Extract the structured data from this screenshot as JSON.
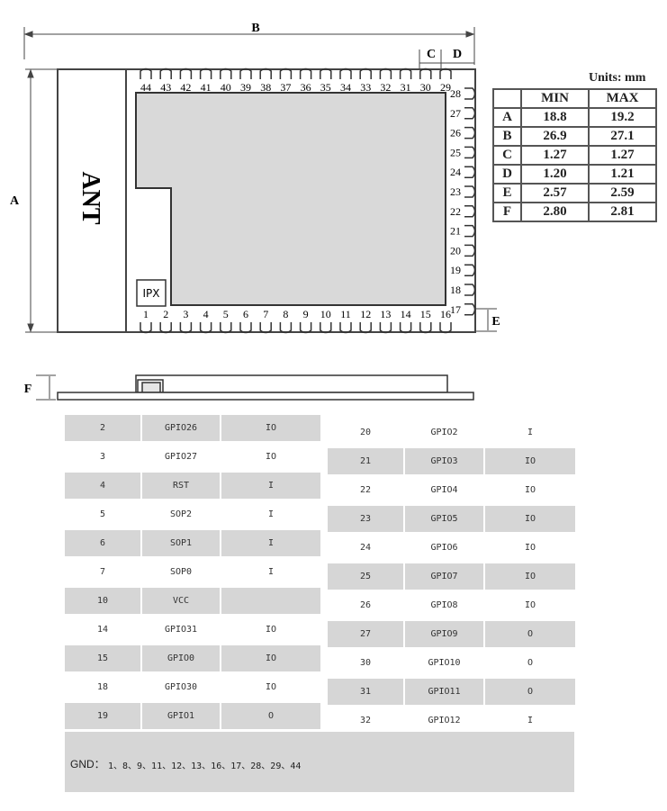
{
  "units_label": "Units: mm",
  "dim_labels": {
    "A": "A",
    "B": "B",
    "C": "C",
    "D": "D",
    "E": "E",
    "F": "F"
  },
  "antenna_label": "ANT",
  "ipx_label": "IPX",
  "top_pins": [
    "44",
    "43",
    "42",
    "41",
    "40",
    "39",
    "38",
    "37",
    "36",
    "35",
    "34",
    "33",
    "32",
    "31",
    "30",
    "29"
  ],
  "right_pins": [
    "28",
    "27",
    "26",
    "25",
    "24",
    "23",
    "22",
    "21",
    "20",
    "19",
    "18",
    "17"
  ],
  "bottom_pins": [
    "1",
    "2",
    "3",
    "4",
    "5",
    "6",
    "7",
    "8",
    "9",
    "10",
    "11",
    "12",
    "13",
    "14",
    "15",
    "16"
  ],
  "dim_table": {
    "headers": [
      "",
      "MIN",
      "MAX"
    ],
    "rows": [
      {
        "dim": "A",
        "min": "18.8",
        "max": "19.2"
      },
      {
        "dim": "B",
        "min": "26.9",
        "max": "27.1"
      },
      {
        "dim": "C",
        "min": "1.27",
        "max": "1.27"
      },
      {
        "dim": "D",
        "min": "1.20",
        "max": "1.21"
      },
      {
        "dim": "E",
        "min": "2.57",
        "max": "2.59"
      },
      {
        "dim": "F",
        "min": "2.80",
        "max": "2.81"
      }
    ]
  },
  "pins_left": [
    {
      "pin": "2",
      "name": "GPIO26",
      "dir": "IO"
    },
    {
      "pin": "3",
      "name": "GPIO27",
      "dir": "IO"
    },
    {
      "pin": "4",
      "name": "RST",
      "dir": "I"
    },
    {
      "pin": "5",
      "name": "SOP2",
      "dir": "I"
    },
    {
      "pin": "6",
      "name": "SOP1",
      "dir": "I"
    },
    {
      "pin": "7",
      "name": "SOP0",
      "dir": "I"
    },
    {
      "pin": "10",
      "name": "VCC",
      "dir": ""
    },
    {
      "pin": "14",
      "name": "GPIO31",
      "dir": "IO"
    },
    {
      "pin": "15",
      "name": "GPIO0",
      "dir": "IO"
    },
    {
      "pin": "18",
      "name": "GPIO30",
      "dir": "IO"
    },
    {
      "pin": "19",
      "name": "GPIO1",
      "dir": "O"
    }
  ],
  "pins_right": [
    {
      "pin": "20",
      "name": "GPIO2",
      "dir": "I"
    },
    {
      "pin": "21",
      "name": "GPIO3",
      "dir": "IO"
    },
    {
      "pin": "22",
      "name": "GPIO4",
      "dir": "IO"
    },
    {
      "pin": "23",
      "name": "GPIO5",
      "dir": "IO"
    },
    {
      "pin": "24",
      "name": "GPIO6",
      "dir": "IO"
    },
    {
      "pin": "25",
      "name": "GPIO7",
      "dir": "IO"
    },
    {
      "pin": "26",
      "name": "GPIO8",
      "dir": "IO"
    },
    {
      "pin": "27",
      "name": "GPIO9",
      "dir": "O"
    },
    {
      "pin": "30",
      "name": "GPIO10",
      "dir": "O"
    },
    {
      "pin": "31",
      "name": "GPIO11",
      "dir": "O"
    },
    {
      "pin": "32",
      "name": "GPIO12",
      "dir": "I"
    }
  ],
  "gnd": {
    "label": "GND：",
    "pins": "1、8、9、11、12、13、16、17、28、29、44"
  }
}
